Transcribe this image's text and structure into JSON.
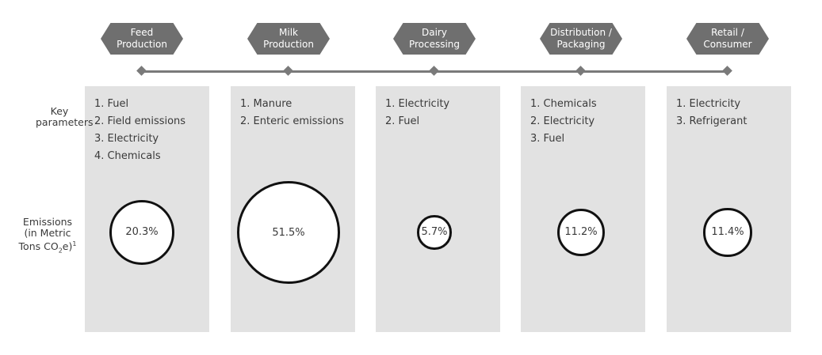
{
  "colors": {
    "stage_fill": "#6f6f6f",
    "timeline": "#7a7a7a",
    "column_fill": "#e2e2e2",
    "circle_border": "#111111"
  },
  "row_labels": {
    "key_parameters": "Key\nparameters",
    "emissions_line1": "Emissions",
    "emissions_line2": "(in Metric",
    "emissions_line3_prefix": "Tons CO",
    "emissions_sub": "2",
    "emissions_suffix": "e)",
    "emissions_sup": "1"
  },
  "stages": [
    {
      "label": "Feed\nProduction",
      "params": [
        "1. Fuel",
        "2. Field emissions",
        "3. Electricity",
        "4. Chemicals"
      ],
      "emission_pct": 20.3,
      "emission_label": "20.3%"
    },
    {
      "label": "Milk\nProduction",
      "params": [
        "1. Manure",
        "2. Enteric emissions"
      ],
      "emission_pct": 51.5,
      "emission_label": "51.5%"
    },
    {
      "label": "Dairy\nProcessing",
      "params": [
        "1. Electricity",
        "2. Fuel"
      ],
      "emission_pct": 5.7,
      "emission_label": "5.7%"
    },
    {
      "label": "Distribution /\nPackaging",
      "params": [
        "1. Chemicals",
        "2. Electricity",
        "3. Fuel"
      ],
      "emission_pct": 11.2,
      "emission_label": "11.2%"
    },
    {
      "label": "Retail /\nConsumer",
      "params": [
        "1. Electricity",
        "3. Refrigerant"
      ],
      "emission_pct": 11.4,
      "emission_label": "11.4%"
    }
  ]
}
